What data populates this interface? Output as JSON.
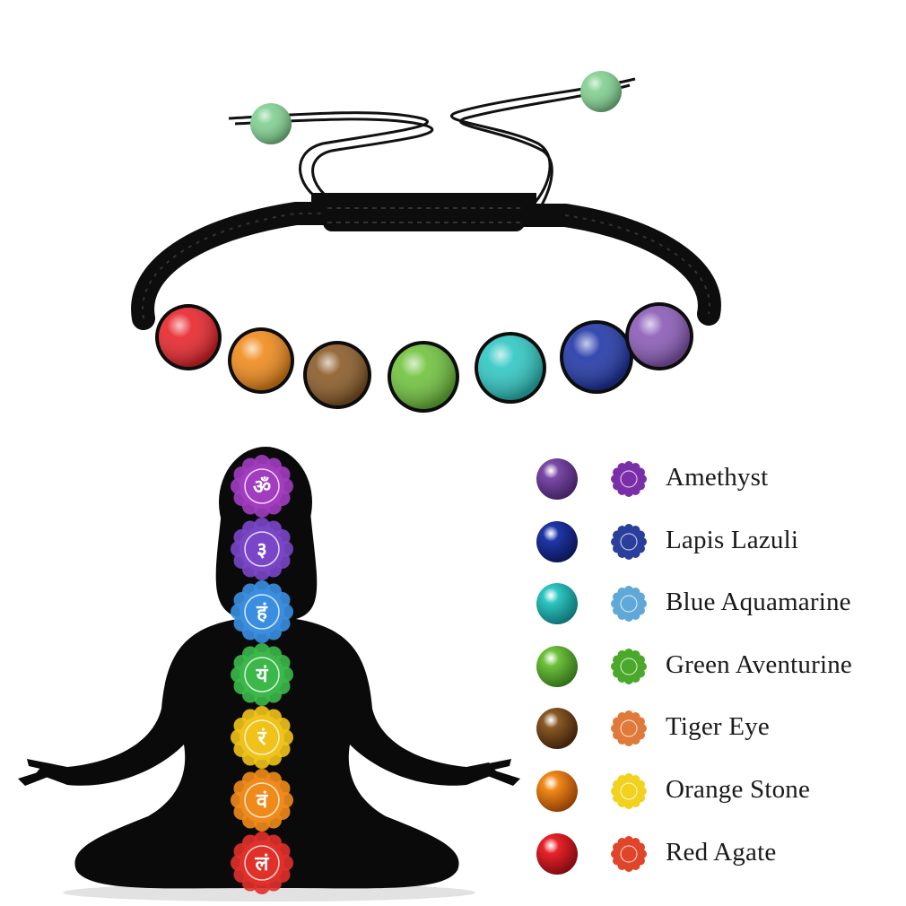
{
  "stones": [
    {
      "name": "Amethyst",
      "color": "#7b4aa6",
      "dark": "#3d1f5e",
      "symbol_color": "#7a2fa8"
    },
    {
      "name": "Lapis Lazuli",
      "color": "#2036a8",
      "dark": "#0b154f",
      "symbol_color": "#2a3e9c"
    },
    {
      "name": "Blue Aquamarine",
      "color": "#2ec7c2",
      "dark": "#0f6c70",
      "symbol_color": "#5fa8d8"
    },
    {
      "name": "Green Aventurine",
      "color": "#6fc23c",
      "dark": "#2f6a19",
      "symbol_color": "#4aa82a"
    },
    {
      "name": "Tiger Eye",
      "color": "#8a5a26",
      "dark": "#3a1e08",
      "symbol_color": "#e07a3a"
    },
    {
      "name": "Orange Stone",
      "color": "#f08a1a",
      "dark": "#8a3a05",
      "symbol_color": "#f2d21e"
    },
    {
      "name": "Red Agate",
      "color": "#e8242a",
      "dark": "#7a0a0e",
      "symbol_color": "#e0452a"
    }
  ],
  "bracelet_beads": [
    "#e8242a",
    "#f08a1a",
    "#8a5a26",
    "#6fc23c",
    "#2ec7c2",
    "#2036a8",
    "#8a5ab8"
  ],
  "end_bead_color": "#7fcf8f",
  "chakras": [
    {
      "glyph": "ॐ",
      "color": "#a23cc0"
    },
    {
      "glyph": "३",
      "color": "#7a46c8"
    },
    {
      "glyph": "हं",
      "color": "#3a8ee0"
    },
    {
      "glyph": "यं",
      "color": "#3cb84a"
    },
    {
      "glyph": "रं",
      "color": "#f0c21a"
    },
    {
      "glyph": "वं",
      "color": "#f08a1a"
    },
    {
      "glyph": "लं",
      "color": "#e0302a"
    }
  ],
  "silhouette_color": "#0a0a0a"
}
